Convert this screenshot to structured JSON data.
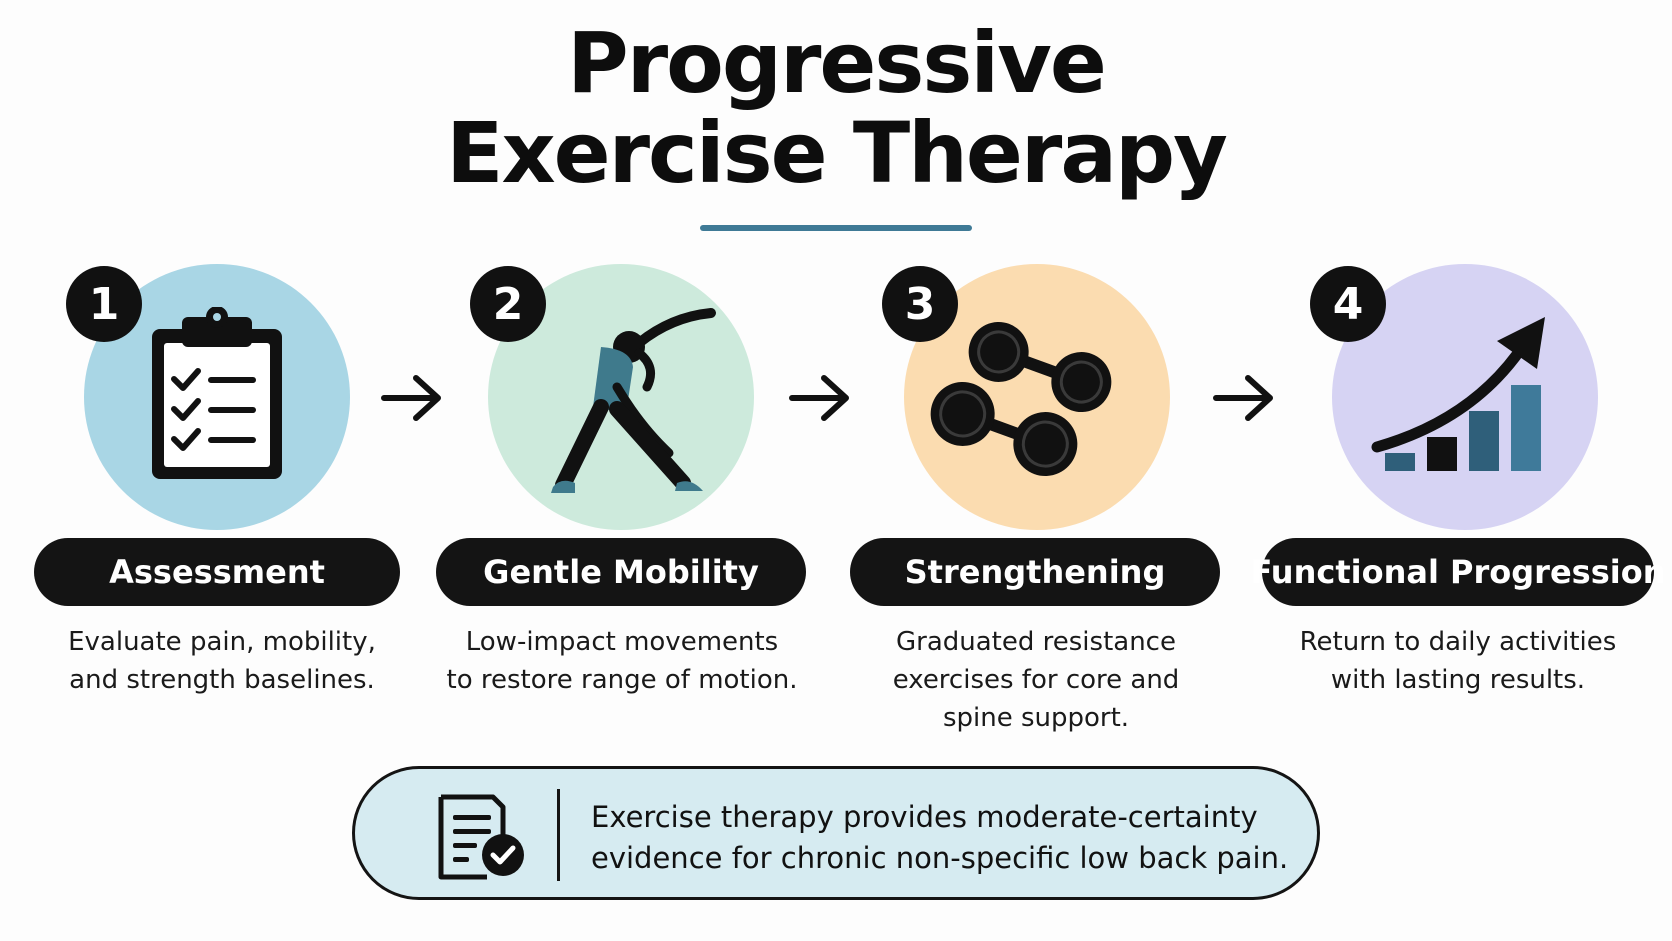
{
  "title": {
    "line1": "Progressive",
    "line2": "Exercise Therapy",
    "accent_color": "#3f7a96"
  },
  "steps": [
    {
      "number": "1",
      "label": "Assessment",
      "description": [
        "Evaluate pain, mobility,",
        "and strength baselines."
      ],
      "circle_color": "#a9d6e5",
      "icon": "clipboard-checklist-icon"
    },
    {
      "number": "2",
      "label": "Gentle Mobility",
      "description": [
        "Low-impact movements",
        "to restore range of motion."
      ],
      "circle_color": "#cdeadc",
      "icon": "stretching-figure-icon"
    },
    {
      "number": "3",
      "label": "Strengthening",
      "description": [
        "Graduated resistance",
        "exercises for core and",
        "spine support."
      ],
      "circle_color": "#fbdcb0",
      "icon": "dumbbells-icon"
    },
    {
      "number": "4",
      "label": "Functional Progression",
      "description": [
        "Return to daily activities",
        "with lasting results."
      ],
      "circle_color": "#d6d3f3",
      "icon": "growth-chart-icon"
    }
  ],
  "connector_icon": "right-arrow-icon",
  "callout": {
    "lines": [
      "Exercise therapy provides moderate-certainty",
      "evidence for chronic non-specific low back pain."
    ],
    "background": "#d6ebf1",
    "icon": "verified-document-icon"
  }
}
